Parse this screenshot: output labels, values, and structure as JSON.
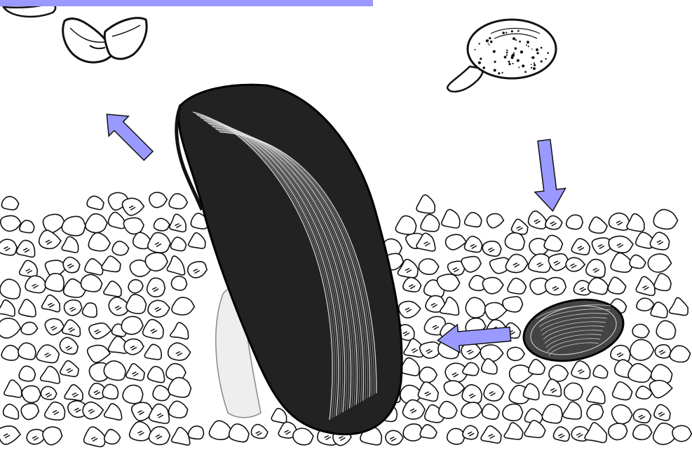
{
  "colors": {
    "background": "#ffffff",
    "ink": "#111111",
    "arrow_fill": "#9999ff",
    "arrow_stroke": "#111111",
    "top_bar": "#9999ff",
    "foot_fill": "#eeeeee"
  },
  "icons": {
    "arrow_up_left": "arrow-up-left-icon",
    "arrow_down": "arrow-down-icon",
    "arrow_left": "arrow-left-icon"
  },
  "figure": {
    "elements": [
      "top-bar",
      "open-shell",
      "juvenile-mussel",
      "adult-mussel",
      "mussel-foot",
      "buried-mussel",
      "gravel-bed"
    ]
  }
}
